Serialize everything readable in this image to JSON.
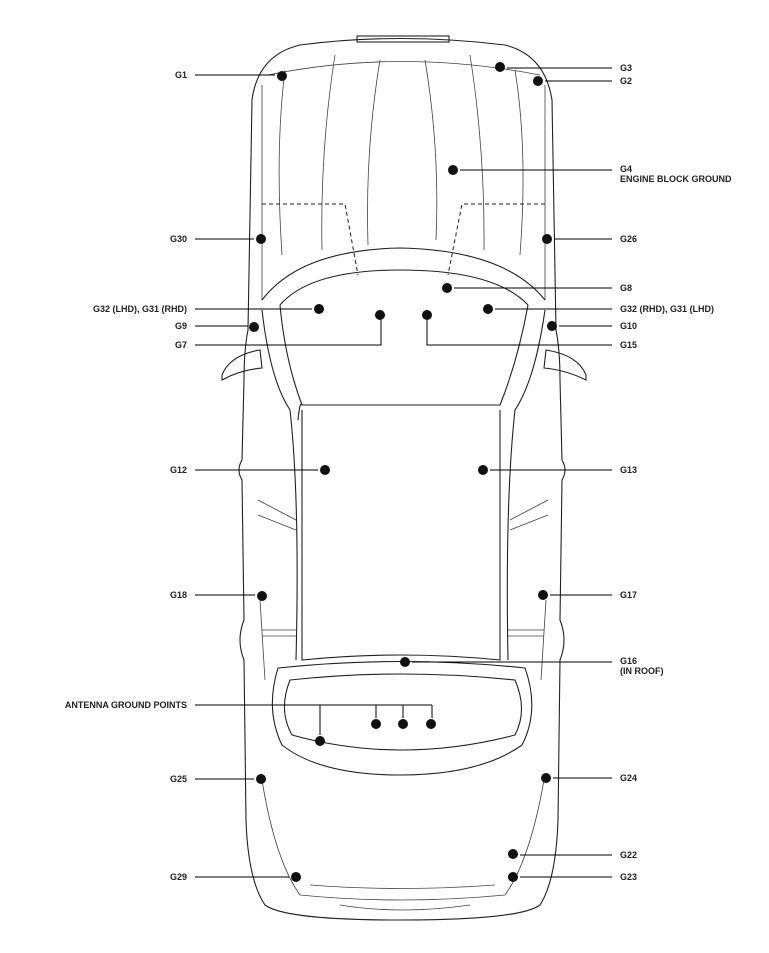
{
  "diagram": {
    "title": "Ground point locations",
    "labels_left": {
      "g1": "G1",
      "g30": "G30",
      "g32_lhd": "G32 (LHD), G31 (RHD)",
      "g9": "G9",
      "g7": "G7",
      "g12": "G12",
      "g18": "G18",
      "antenna": "ANTENNA GROUND POINTS",
      "g25": "G25",
      "g29": "G29"
    },
    "labels_right": {
      "g3": "G3",
      "g2": "G2",
      "g4": "G4",
      "g4_sub": "ENGINE BLOCK GROUND",
      "g26": "G26",
      "g8": "G8",
      "g32_rhd": "G32 (RHD), G31 (LHD)",
      "g10": "G10",
      "g15": "G15",
      "g13": "G13",
      "g17": "G17",
      "g16": "G16",
      "g16_sub": "(IN ROOF)",
      "g24": "G24",
      "g22": "G22",
      "g23": "G23"
    }
  }
}
